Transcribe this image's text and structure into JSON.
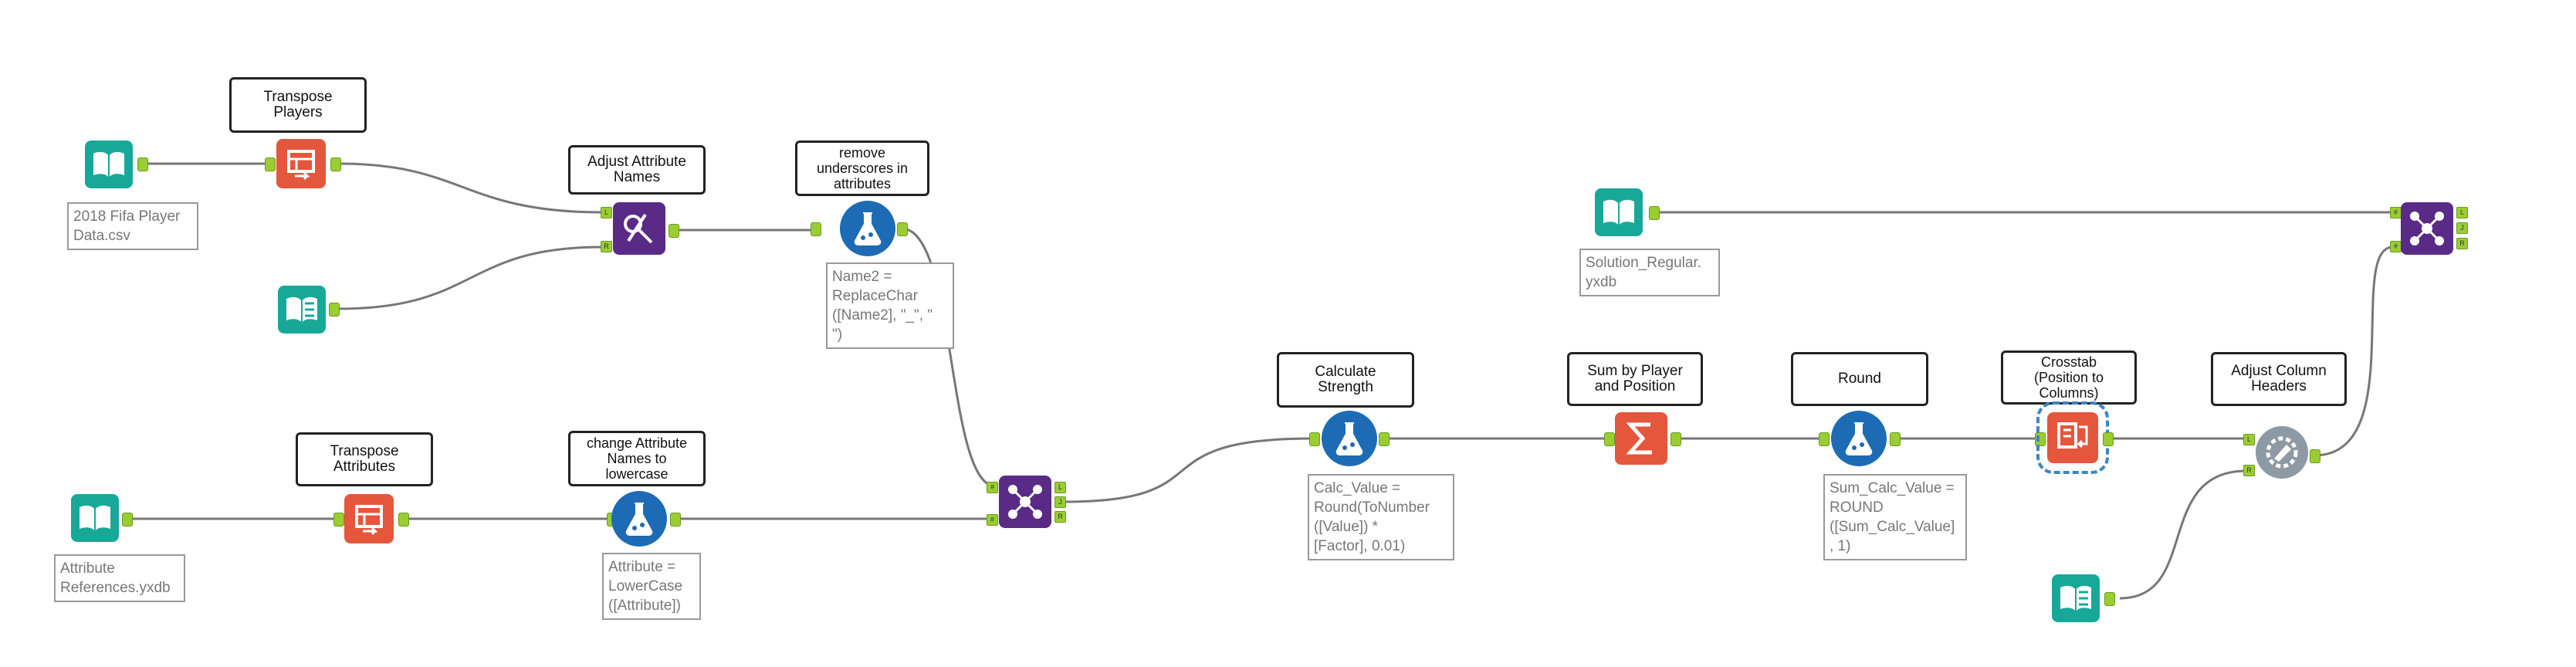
{
  "canvas": {
    "tools": {
      "transpose_players": {
        "label": "Transpose\nPlayers"
      },
      "adjust_attribute_names": {
        "label": "Adjust Attribute\nNames"
      },
      "remove_underscores": {
        "label": "remove\nunderscores in\nattributes",
        "annotation": "Name2 =\nReplaceChar\n([Name2], \"_\", \"\n\")"
      },
      "transpose_attributes": {
        "label": "Transpose\nAttributes"
      },
      "change_attribute_names": {
        "label": "change Attribute\nNames to\nlowercase",
        "annotation": "Attribute =\nLowerCase\n([Attribute])"
      },
      "calculate_strength": {
        "label": "Calculate\nStrength",
        "annotation": "Calc_Value =\nRound(ToNumber\n([Value]) *\n[Factor], 0.01)"
      },
      "sum_by_player": {
        "label": "Sum by Player\nand Position"
      },
      "round": {
        "label": "Round",
        "annotation": "Sum_Calc_Value =\nROUND\n([Sum_Calc_Value]\n, 1)"
      },
      "crosstab": {
        "label": "Crosstab\n(Position to\nColumns)"
      },
      "adjust_column_headers": {
        "label": "Adjust Column\nHeaders"
      }
    },
    "inputs": {
      "fifa_player": {
        "annotation": "2018 Fifa Player\nData.csv"
      },
      "attribute_references": {
        "annotation": "Attribute\nReferences.yxdb"
      },
      "solution_regular": {
        "annotation": "Solution_Regular.\nyxdb"
      }
    },
    "anchor_letters": {
      "left": "L",
      "right": "R",
      "join": "J",
      "hash": "#"
    },
    "colors": {
      "input": "#17a89a",
      "formula": "#1d6bb5",
      "join": "#5a2a87",
      "transform": "#e4573c",
      "dynamic_rename": "#8d9aa3",
      "anchor": "#9acd32",
      "wire": "#777777"
    }
  }
}
